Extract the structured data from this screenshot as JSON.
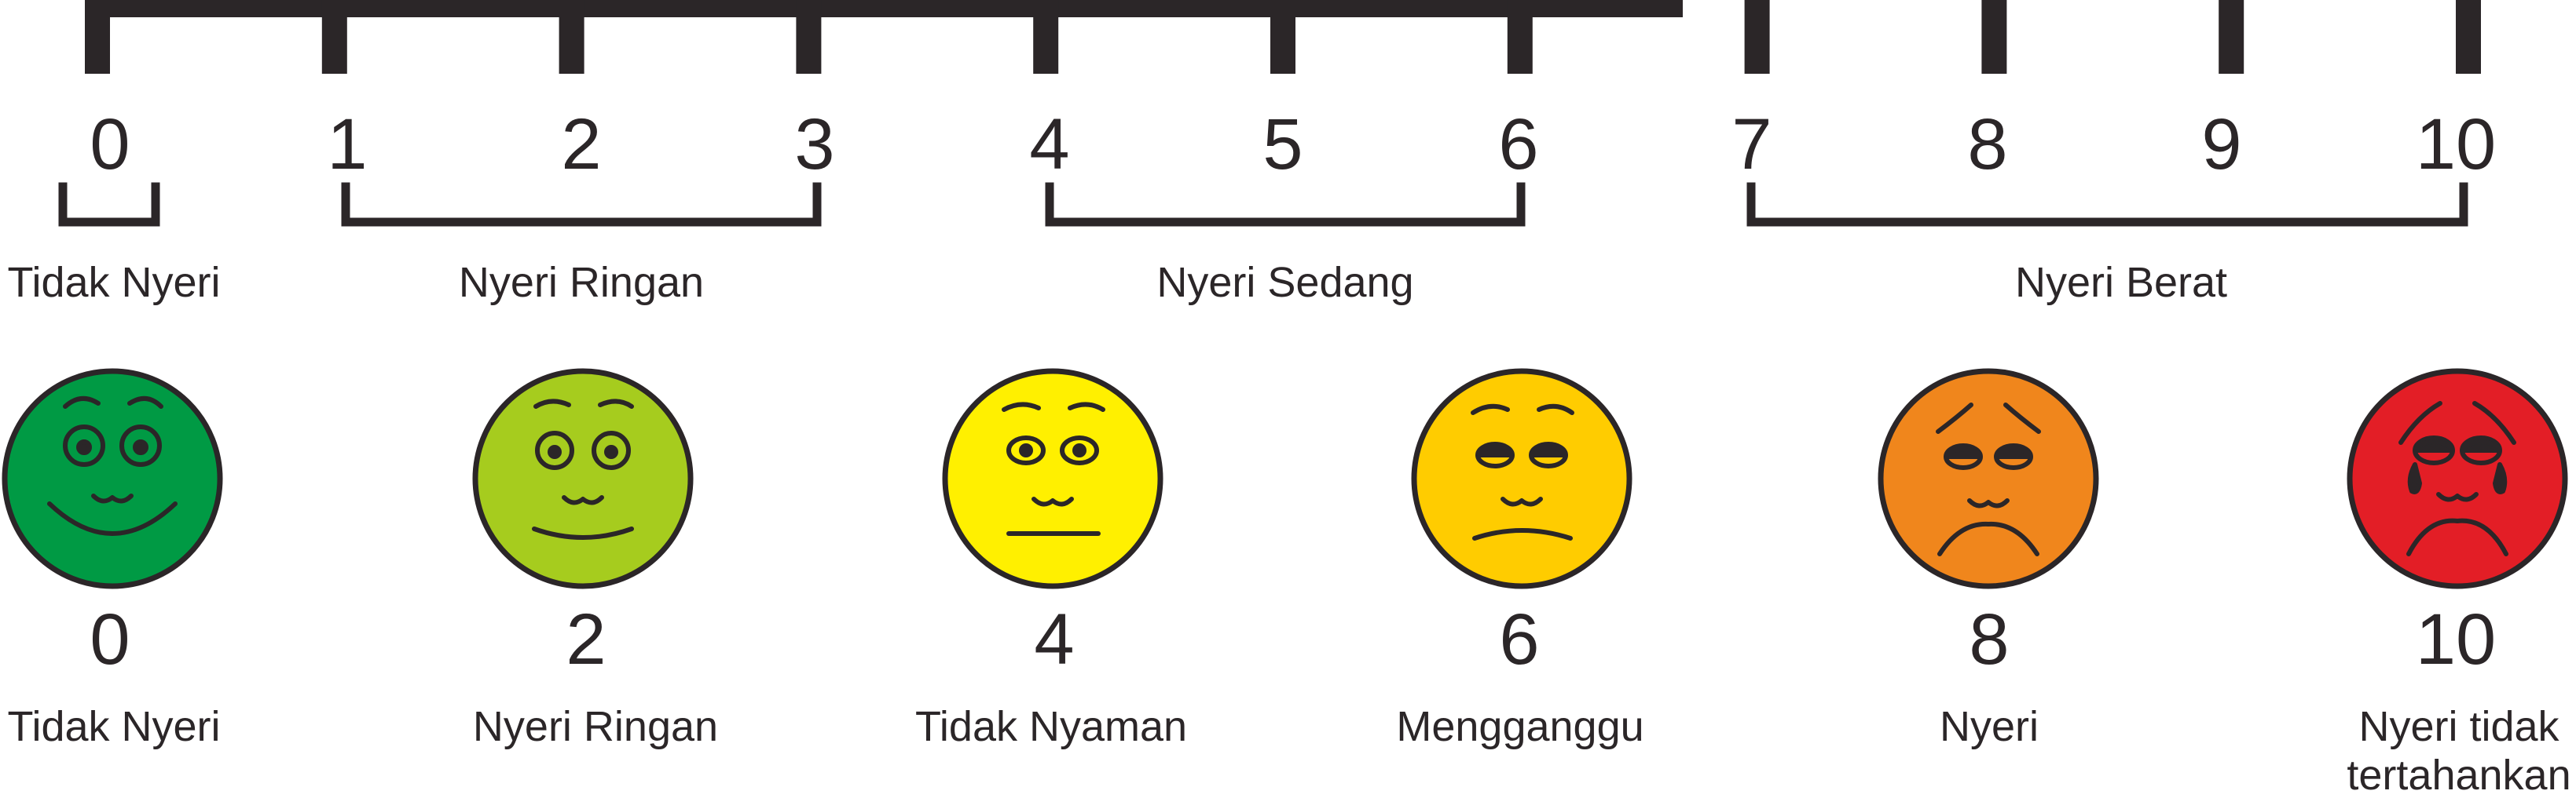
{
  "scale": {
    "ticks": [
      "0",
      "1",
      "2",
      "3",
      "4",
      "5",
      "6",
      "7",
      "8",
      "9",
      "10"
    ],
    "groups": [
      {
        "label": "Tidak Nyeri"
      },
      {
        "label": "Nyeri Ringan"
      },
      {
        "label": "Nyeri Sedang"
      },
      {
        "label": "Nyeri Berat"
      }
    ]
  },
  "faces": [
    {
      "value": "0",
      "label": "Tidak Nyeri",
      "color": "#009a44",
      "expression": "smile-wide"
    },
    {
      "value": "2",
      "label": "Nyeri Ringan",
      "color": "#a6cc1e",
      "expression": "smile-small"
    },
    {
      "value": "4",
      "label": "Tidak Nyaman",
      "color": "#fff000",
      "expression": "neutral"
    },
    {
      "value": "6",
      "label": "Mengganggu",
      "color": "#ffcc00",
      "expression": "frown-slight"
    },
    {
      "value": "8",
      "label": "Nyeri",
      "color": "#f0861c",
      "expression": "frown"
    },
    {
      "value": "10",
      "label": "Nyeri tidak tertahankan",
      "color": "#e31e26",
      "expression": "crying"
    }
  ]
}
